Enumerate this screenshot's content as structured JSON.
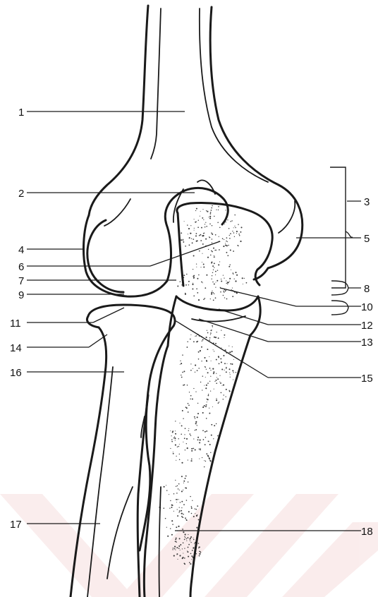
{
  "labels": {
    "l1": "1",
    "l2": "2",
    "l3": "3",
    "l4": "4",
    "l5": "5",
    "l6": "6",
    "l7": "7",
    "l8": "8",
    "l9": "9",
    "l10": "10",
    "l11": "11",
    "l12": "12",
    "l13": "13",
    "l14": "14",
    "l15": "15",
    "l16": "16",
    "l17": "17",
    "l18": "18"
  },
  "colors": {
    "line": "#1a1a1a",
    "background": "#ffffff",
    "watermark": "#f6dede"
  }
}
